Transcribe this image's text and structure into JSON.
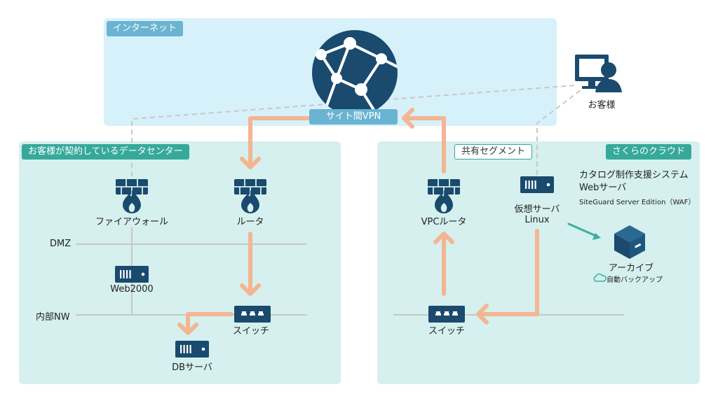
{
  "zones": {
    "internet": "インターネット",
    "datacenter": "お客様が契約しているデータセンター",
    "cloud": "さくらのクラウド"
  },
  "tags": {
    "vpn": "サイト間VPN",
    "shared_segment": "共有セグメント"
  },
  "nodes": {
    "customer": "お客様",
    "firewall": "ファイアウォール",
    "router": "ルータ",
    "web_server": "Web2000",
    "dc_switch": "スイッチ",
    "db_server": "DBサーバ",
    "vpc_router": "VPCルータ",
    "vserver_line1": "仮想サーバ",
    "vserver_line2": "Linux",
    "cloud_switch": "スイッチ",
    "archive": "アーカイブ",
    "auto_backup": "自動バックアップ"
  },
  "networks": {
    "dmz": "DMZ",
    "internal": "内部NW"
  },
  "system_info": {
    "title": "カタログ制作支援システム",
    "subtitle": "Webサーバ",
    "waf": "SiteGuard Server Edition（WAF）"
  },
  "colors": {
    "navy": "#1a4a6e",
    "flow_arrow": "#f4b591",
    "backup_arrow": "#3ab0a0",
    "dashed_line": "#c8c8c8"
  }
}
